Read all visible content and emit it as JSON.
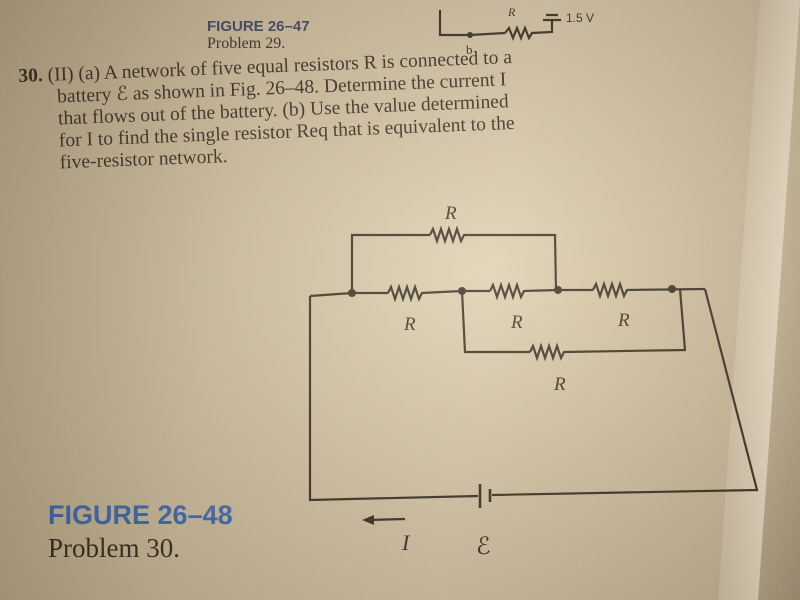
{
  "top_figure": {
    "title": "FIGURE 26–47",
    "caption": "Problem 29.",
    "labels": {
      "resistor": "R",
      "voltage": "1.5 V",
      "node": "b"
    }
  },
  "problem": {
    "number": "30.",
    "lines": [
      "(II) (a) A network of five equal resistors R is connected to a",
      "battery ℰ as shown in Fig. 26–48. Determine the current I",
      "that flows out of the battery. (b) Use the value determined",
      "for I to find the single resistor Req that is equivalent to the",
      "five-resistor network."
    ]
  },
  "circuit": {
    "resistor_labels": [
      "R",
      "R",
      "R",
      "R",
      "R"
    ],
    "current_label": "I",
    "emf_label": "ℰ"
  },
  "figure": {
    "title": "FIGURE 26–48",
    "caption": "Problem 30."
  }
}
